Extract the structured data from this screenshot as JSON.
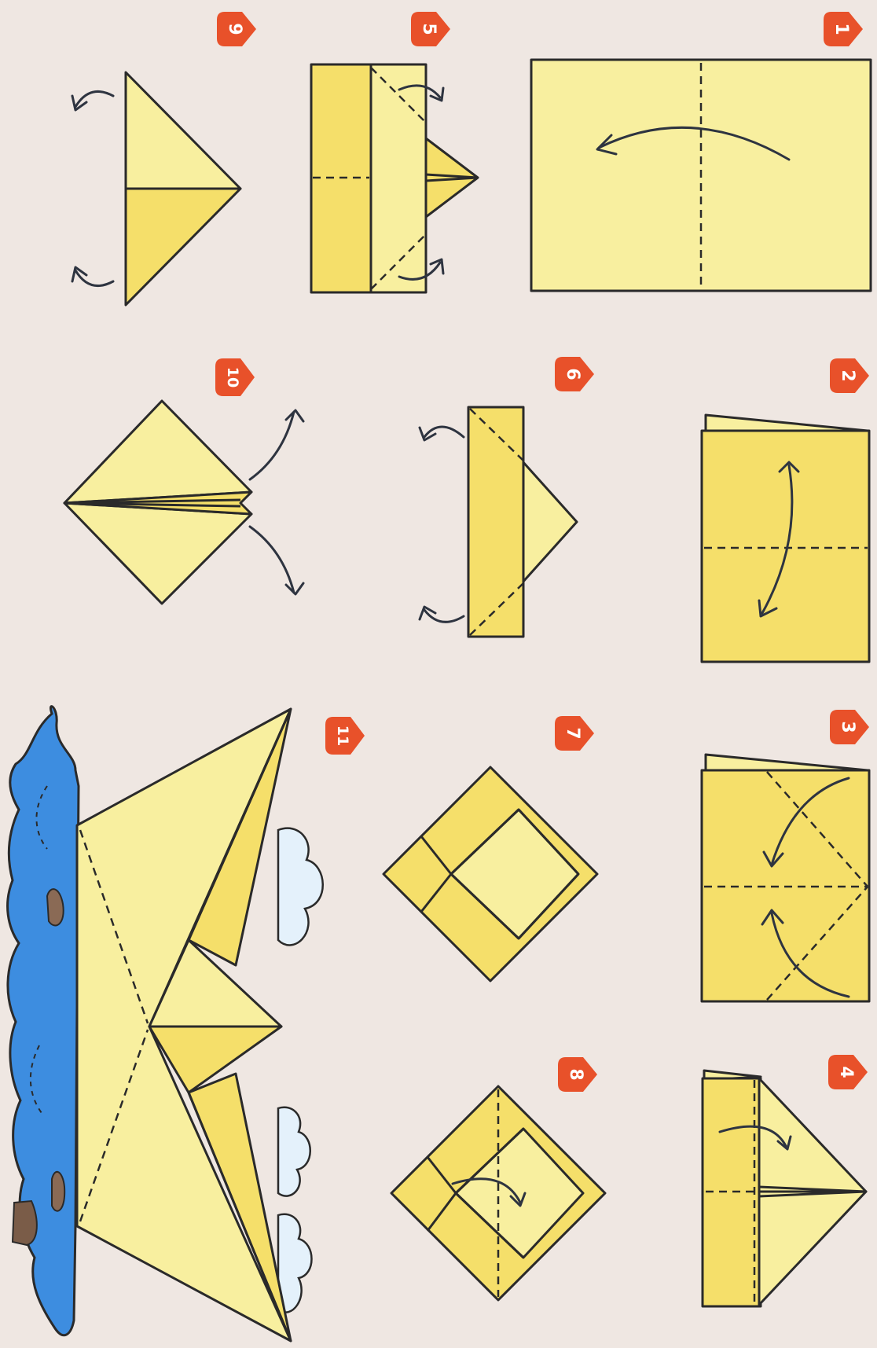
{
  "steps": [
    {
      "number": "1"
    },
    {
      "number": "2"
    },
    {
      "number": "3"
    },
    {
      "number": "4"
    },
    {
      "number": "5"
    },
    {
      "number": "6"
    },
    {
      "number": "7"
    },
    {
      "number": "8"
    },
    {
      "number": "9"
    },
    {
      "number": "10"
    },
    {
      "number": "11"
    }
  ],
  "colors": {
    "background": "#efe7e2",
    "paper_light": "#f8ef9f",
    "paper_dark": "#f5df6a",
    "badge": "#e8512a",
    "water": "#3d8de0",
    "cloud": "#e4f1fb",
    "rock": "#8a6a55"
  }
}
